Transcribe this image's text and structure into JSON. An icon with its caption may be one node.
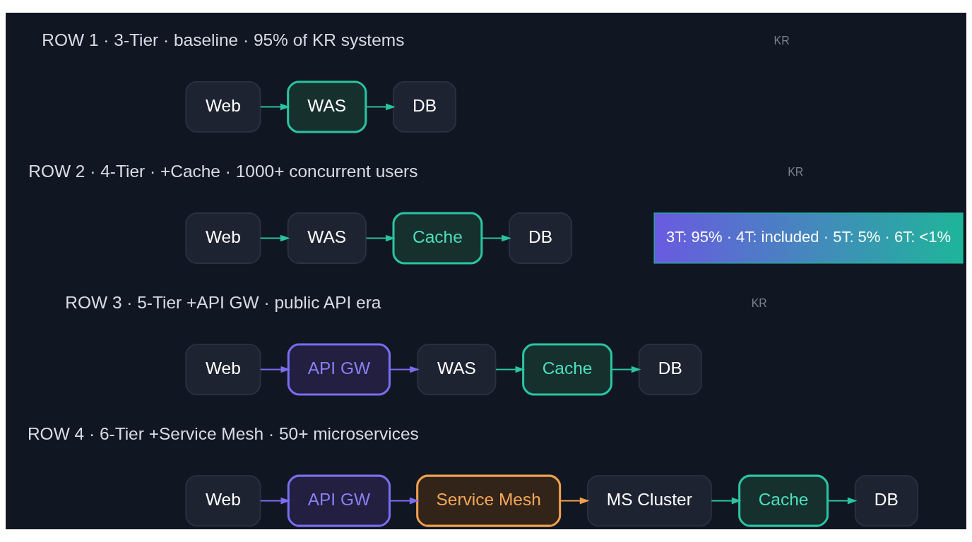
{
  "diagram": {
    "nodes": [
      {
        "text": [
          "Web"
        ]
      },
      {
        "text": [
          "WAS"
        ]
      },
      {
        "text": [
          "DB"
        ]
      },
      {
        "text": [
          "Web"
        ]
      },
      {
        "text": [
          "WAS"
        ]
      },
      {
        "text": [
          "Cache"
        ]
      },
      {
        "text": [
          "DB"
        ]
      },
      {
        "text": [
          "Web"
        ]
      },
      {
        "text": [
          "API GW"
        ]
      },
      {
        "text": [
          "WAS"
        ]
      },
      {
        "text": [
          "Cache"
        ]
      },
      {
        "text": [
          "DB"
        ]
      },
      {
        "text": [
          "Web"
        ]
      },
      {
        "text": [
          "API GW"
        ]
      },
      {
        "text": [
          "Service Mesh"
        ]
      },
      {
        "text": [
          "MS Cluster"
        ]
      },
      {
        "text": [
          "Cache"
        ]
      },
      {
        "text": [
          "DB"
        ]
      }
    ],
    "edges": [
      {
        "from": 0,
        "to": 1,
        "arrow": "to"
      },
      {
        "from": 1,
        "to": 2,
        "arrow": "to"
      },
      {
        "from": 3,
        "to": 4,
        "arrow": "to"
      },
      {
        "from": 4,
        "to": 5,
        "arrow": "to"
      },
      {
        "from": 5,
        "to": 6,
        "arrow": "to"
      },
      {
        "from": 7,
        "to": 8,
        "arrow": "to",
        "color": "#7b6cf0"
      },
      {
        "from": 8,
        "to": 9,
        "arrow": "to",
        "color": "#7b6cf0"
      },
      {
        "from": 9,
        "to": 10,
        "arrow": "to"
      },
      {
        "from": 10,
        "to": 11,
        "arrow": "to"
      },
      {
        "from": 12,
        "to": 13,
        "arrow": "to",
        "color": "#7b6cf0"
      },
      {
        "from": 13,
        "to": 14,
        "arrow": "to",
        "color": "#7b6cf0"
      },
      {
        "from": 14,
        "to": 15,
        "arrow": "to",
        "color": "#f0a050"
      },
      {
        "from": 15,
        "to": 16,
        "arrow": "to"
      },
      {
        "from": 16,
        "to": 17,
        "arrow": "to"
      }
    ],
    "labels": [
      "ROW 1 · 3-Tier · baseline · 95% of KR systems",
      "KR",
      "ROW 2 · 4-Tier · +Cache · 1000+ concurrent users",
      "KR",
      "ROW 3 · 5-Tier +API GW · public API era",
      "KR",
      "ROW 4 · 6-Tier +Service Mesh · 50+ microservices",
      "3T: 95% · 4T: included · 5T: 5% · 6T: <1%"
    ]
  }
}
